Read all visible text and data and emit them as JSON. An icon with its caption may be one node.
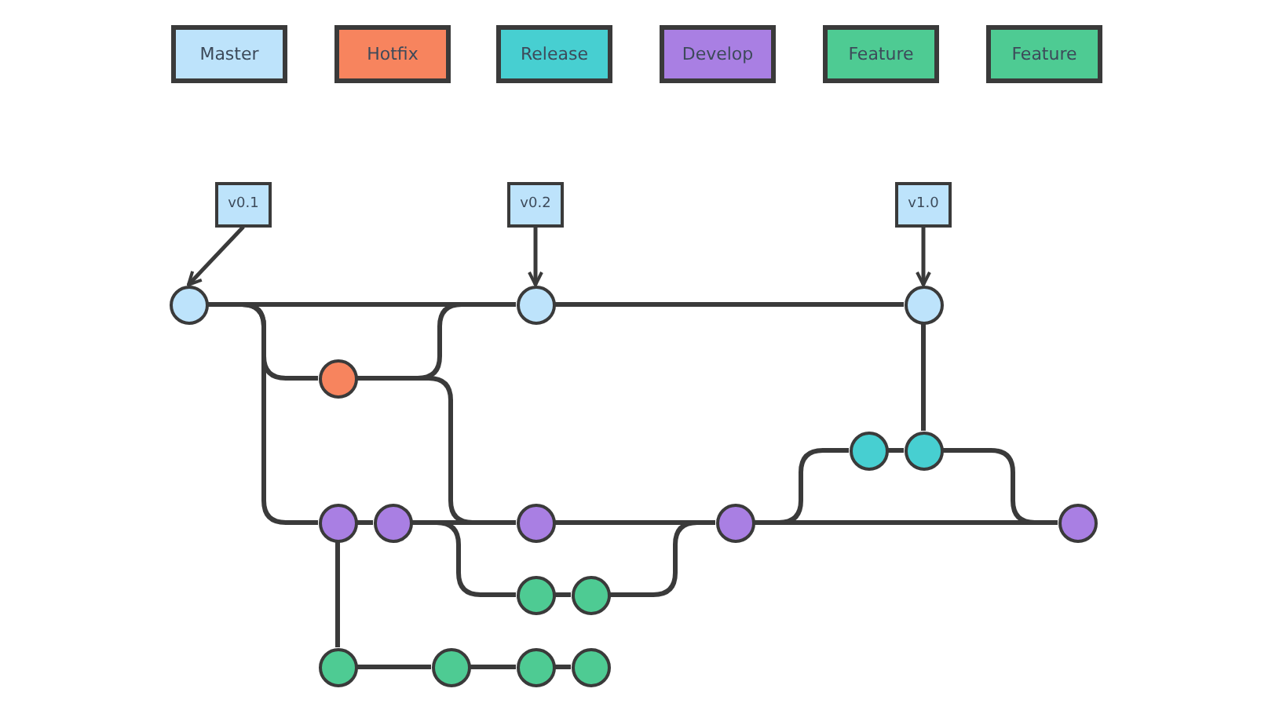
{
  "diagram": {
    "nodes": [
      {
        "text": [
          "v0.1"
        ]
      },
      {
        "text": [
          "v0.2"
        ]
      },
      {
        "text": [
          "v1.0"
        ]
      },
      {
        "text": [],
        "shape": "circle"
      },
      {
        "text": [],
        "shape": "circle"
      },
      {
        "text": [],
        "shape": "circle"
      },
      {
        "text": [],
        "shape": "circle"
      },
      {
        "text": [],
        "shape": "circle"
      },
      {
        "text": [],
        "shape": "circle"
      },
      {
        "text": [],
        "shape": "circle"
      },
      {
        "text": [],
        "shape": "circle"
      },
      {
        "text": [],
        "shape": "circle"
      },
      {
        "text": [],
        "shape": "circle"
      },
      {
        "text": [],
        "shape": "circle"
      },
      {
        "text": [],
        "shape": "circle"
      },
      {
        "text": [],
        "shape": "circle"
      },
      {
        "text": [],
        "shape": "circle"
      },
      {
        "text": [],
        "shape": "circle"
      },
      {
        "text": [],
        "shape": "circle"
      },
      {
        "text": [],
        "shape": "circle"
      }
    ],
    "edges": [
      {
        "from": 0,
        "to": 3,
        "arrow": "to"
      },
      {
        "from": 1,
        "to": 4,
        "arrow": "to"
      },
      {
        "from": 2,
        "to": 5,
        "arrow": "to"
      },
      {
        "from": 3,
        "to": 4,
        "arrow": "none"
      },
      {
        "from": 4,
        "to": 5,
        "arrow": "none"
      },
      {
        "from": 3,
        "to": 6,
        "arrow": "none"
      },
      {
        "from": 6,
        "to": 4,
        "arrow": "none"
      },
      {
        "from": 6,
        "to": 11,
        "arrow": "none"
      },
      {
        "from": 3,
        "to": 9,
        "arrow": "none"
      },
      {
        "from": 9,
        "to": 10,
        "arrow": "none"
      },
      {
        "from": 10,
        "to": 11,
        "arrow": "none"
      },
      {
        "from": 11,
        "to": 12,
        "arrow": "none"
      },
      {
        "from": 12,
        "to": 13,
        "arrow": "none"
      },
      {
        "from": 10,
        "to": 14,
        "arrow": "none"
      },
      {
        "from": 14,
        "to": 15,
        "arrow": "none"
      },
      {
        "from": 15,
        "to": 12,
        "arrow": "none"
      },
      {
        "from": 9,
        "to": 16,
        "arrow": "none"
      },
      {
        "from": 16,
        "to": 17,
        "arrow": "none"
      },
      {
        "from": 17,
        "to": 18,
        "arrow": "none"
      },
      {
        "from": 18,
        "to": 19,
        "arrow": "none"
      },
      {
        "from": 12,
        "to": 7,
        "arrow": "none"
      },
      {
        "from": 7,
        "to": 8,
        "arrow": "none"
      },
      {
        "from": 8,
        "to": 5,
        "arrow": "none"
      },
      {
        "from": 8,
        "to": 13,
        "arrow": "none"
      }
    ],
    "legend": [
      {
        "text": "Master",
        "color": "#bde3fb"
      },
      {
        "text": "Hotfix",
        "color": "#f7845e"
      },
      {
        "text": "Release",
        "color": "#47cfd1"
      },
      {
        "text": "Develop",
        "color": "#a97fe3"
      },
      {
        "text": "Feature",
        "color": "#4ecb93"
      },
      {
        "text": "Feature",
        "color": "#4ecb93"
      }
    ]
  }
}
